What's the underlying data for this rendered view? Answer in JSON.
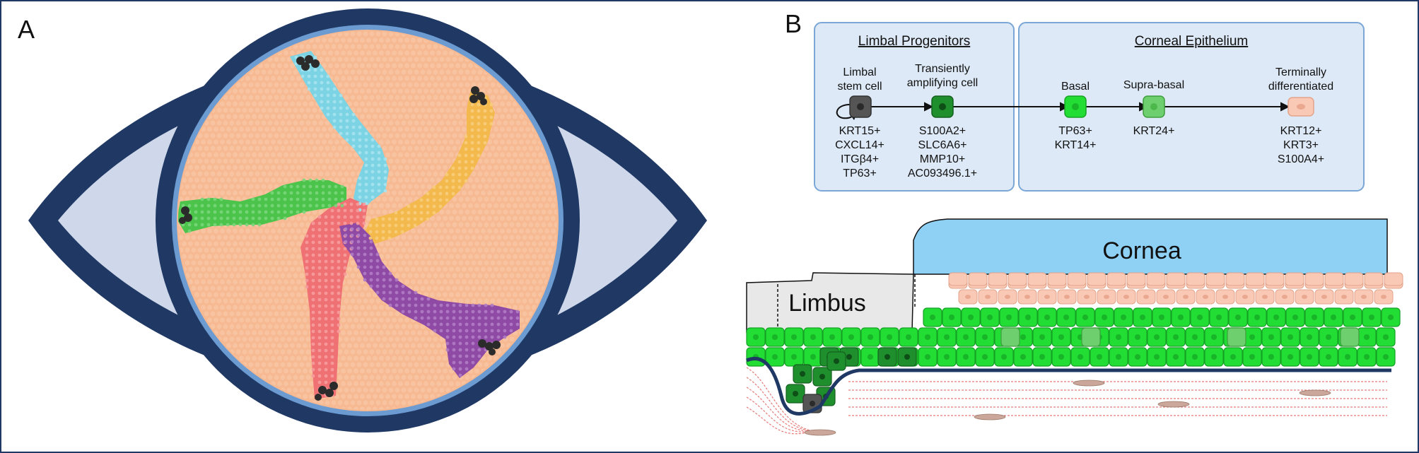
{
  "panels": {
    "a": "A",
    "b": "B"
  },
  "groups": {
    "limbal": "Limbal Progenitors",
    "corneal": "Corneal Epithelium"
  },
  "cells": [
    {
      "label": [
        "Limbal",
        "stem cell"
      ],
      "markers": [
        "KRT15+",
        "CXCL14+",
        "ITGβ4+",
        "TP63+"
      ],
      "color": "#555555"
    },
    {
      "label": [
        "Transiently",
        "amplifying cell"
      ],
      "markers": [
        "S100A2+",
        "SLC6A6+",
        "MMP10+",
        "AC093496.1+"
      ],
      "color": "#1f8f2e"
    },
    {
      "label": [
        "Basal"
      ],
      "markers": [
        "TP63+",
        "KRT14+"
      ],
      "color": "#22dd33"
    },
    {
      "label": [
        "Supra-basal"
      ],
      "markers": [
        "KRT24+"
      ],
      "color": "#6dcf6d"
    },
    {
      "label": [
        "Terminally",
        "differentiated"
      ],
      "markers": [
        "KRT12+",
        "KRT3+",
        "S100A4+"
      ],
      "color": "#f9c9b6"
    }
  ],
  "tissue": {
    "cornea": "Cornea",
    "limbus": "Limbus"
  },
  "colors": {
    "eye_outline": "#1f3864",
    "sclera": "#cfd8ea",
    "cornea_fluid": "#8fd0f5",
    "spot_background": "#f6b992",
    "cluster_cyan": "#7cd3e3",
    "cluster_orange": "#f3b94c",
    "cluster_green": "#4cc44c",
    "cluster_red": "#f07173",
    "cluster_purple": "#8e4aa5"
  }
}
